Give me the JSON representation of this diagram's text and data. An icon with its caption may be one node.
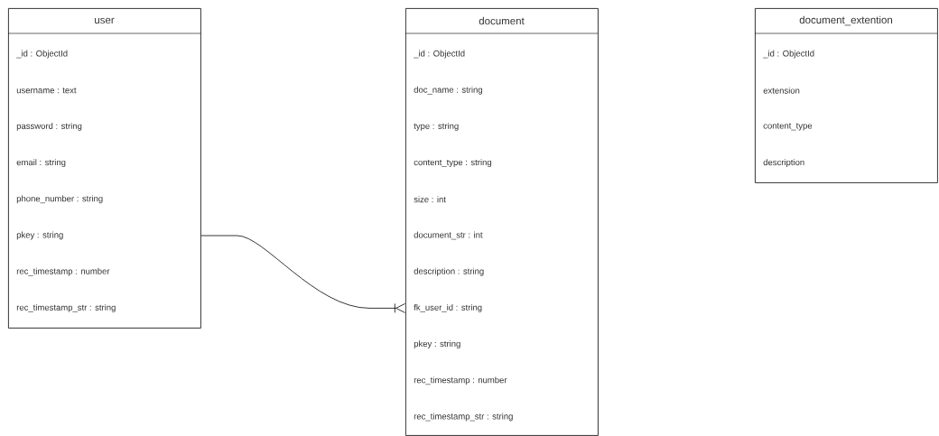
{
  "diagram": {
    "nodes": [
      {
        "text": [
          "user",
          "_id : ObjectId",
          "username : text",
          "password : string",
          "email :  string",
          "phone_number : string",
          "pkey : string",
          "rec_timestamp : number",
          "rec_timestamp_str : string"
        ]
      },
      {
        "text": [
          "document",
          "_id : ObjectId",
          "doc_name : string",
          "type :  string",
          "content_type : string",
          "size : int",
          "document_str  : int",
          "description  : string",
          "fk_user_id  : string",
          "pkey : string",
          "rec_timestamp : number",
          "rec_timestamp_str : string"
        ]
      },
      {
        "text": [
          "document_extention",
          "_id : ObjectId",
          "extension",
          "content_type",
          "description"
        ]
      }
    ],
    "edges": [
      {
        "from": 0,
        "to": 1,
        "arrow": "other"
      }
    ]
  }
}
